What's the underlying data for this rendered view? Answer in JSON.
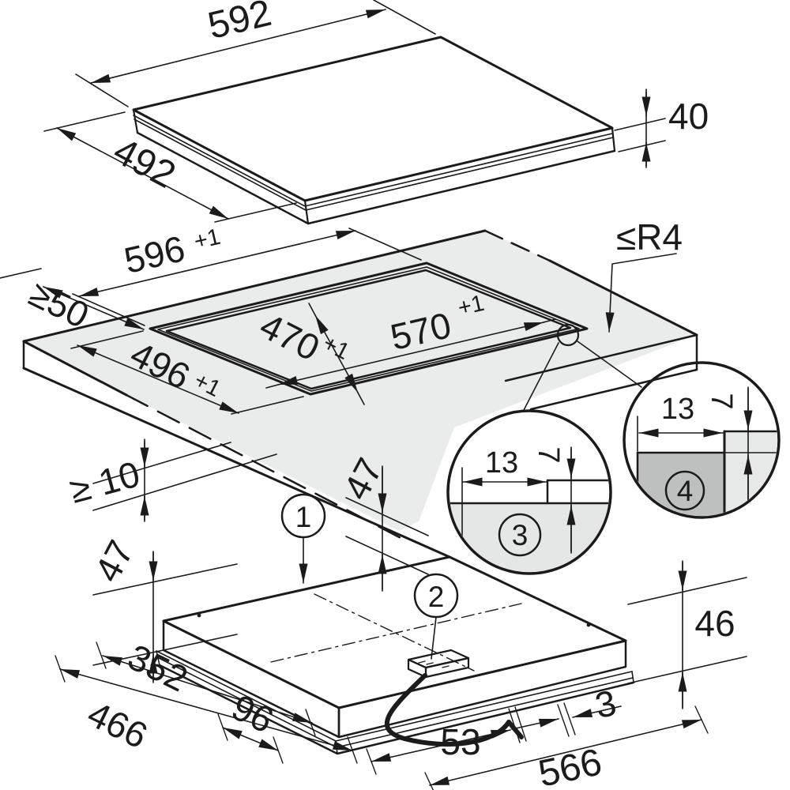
{
  "diagram": {
    "kind": "hob flush-installation dimension drawing",
    "top_view": {
      "width_mm": "592",
      "depth_mm": "492",
      "height_mm": "40"
    },
    "worktop_view": {
      "rebate_width": "596",
      "rebate_depth": "496",
      "cutout_width": "570",
      "cutout_depth": "470",
      "tolerance": "+1",
      "corner_radius_max": "≤R4",
      "rear_clearance_min": "≥50",
      "clearance_below_min": "≥ 10"
    },
    "details": {
      "step_width": "13",
      "step_depth": "7",
      "detail3_label": "3",
      "detail4_label": "4"
    },
    "underside_view": {
      "callout_top_frame": "1",
      "callout_mains_box": "2",
      "height_front_mm": "47",
      "height_mid_mm": "47",
      "height_right_mm": "46",
      "body_depth_mm": "352",
      "base_depth_mm": "466",
      "base_offset_mm": "96",
      "box_offset_mm": "53",
      "gap_mm": "3",
      "base_width_mm": "566"
    }
  }
}
